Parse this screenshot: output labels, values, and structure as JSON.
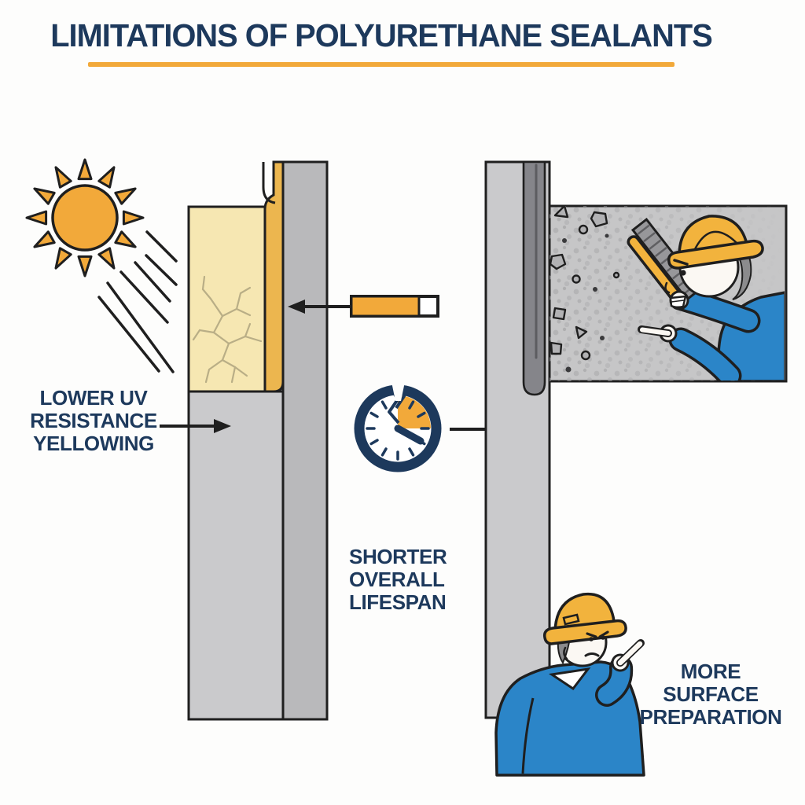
{
  "title": "LIMITATIONS OF POLYURETHANE SEALANTS",
  "labels": {
    "uv_resistance": {
      "lines": [
        "LOWER UV",
        "RESISTANCE",
        "YELLOWING"
      ]
    },
    "lifespan": {
      "lines": [
        "SHORTER",
        "OVERALL",
        "LIFESPAN"
      ]
    },
    "surface_prep": {
      "lines": [
        "MORE",
        "SURFACE",
        "PREPARATION"
      ]
    }
  },
  "icons": {
    "sun": "sun-with-triangular-rays",
    "uv_rays": "diagonal-uv-ray-lines",
    "cracked_clock": "clock-with-crack-and-orange-quarter-wedge",
    "sealant_bar": "sealant-level-bar-mostly-full",
    "arrow_left": "arrow-pointing-left-at-sealant-joint",
    "arrow_right_label": "arrow-from-uv-label-to-wall",
    "arrow_right_clock": "arrow-from-clock-to-wall",
    "worker_brushing": "worker-scrubbing-surface-with-brush",
    "worker_pointing": "worker-pointing-at-surface"
  },
  "colors": {
    "heading_navy": "#1d395c",
    "accent_orange": "#f2a93a",
    "sealant_gold": "#ecb64f",
    "yellowed_sealant": "#f6e7b2",
    "wall_gray": "#b9b9bb",
    "wall_gray_light": "#cacacc",
    "joint_dark_gray": "#85858a",
    "worker_blue": "#2b85c8",
    "hardhat_yellow": "#f2b33d",
    "outline_black": "#1f1f1f"
  }
}
